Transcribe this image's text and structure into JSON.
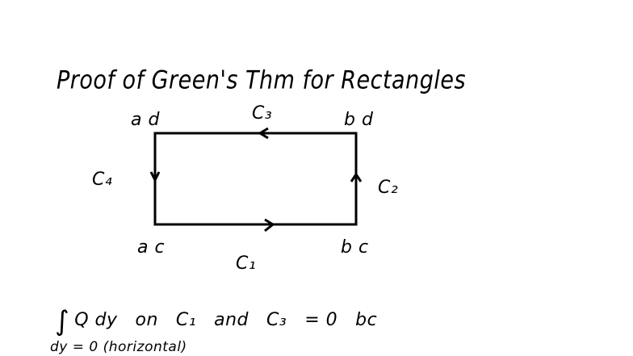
{
  "title": "Proof of Green's Thm for Rectangles",
  "diagram": {
    "corners": {
      "top_left": "a d",
      "top_right": "b d",
      "bottom_left": "a c",
      "bottom_right": "b c"
    },
    "edges": {
      "bottom": "C₁",
      "right": "C₂",
      "top": "C₃",
      "left": "C₄"
    },
    "arrows": {
      "bottom": "right",
      "right": "up",
      "top": "left",
      "left": "down"
    }
  },
  "notes": {
    "line1": {
      "integral": "∫",
      "expr": "Q dy",
      "on": "on",
      "c1": "C₁",
      "and": "and",
      "c3": "C₃",
      "equals": "= 0",
      "bc": "bc"
    },
    "line2": "dy = 0 (horizontal)"
  }
}
